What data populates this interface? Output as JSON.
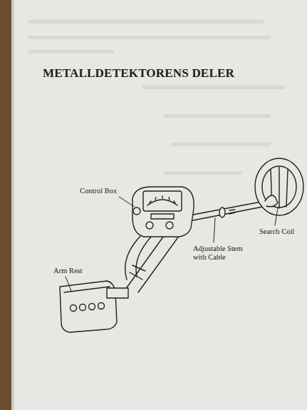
{
  "diagram": {
    "title": "METALLDETEKTORENS DELER",
    "labels": [
      "Control Box",
      "Search Coil",
      "Adjustable Stem with Cable",
      "Arm Rest"
    ]
  }
}
